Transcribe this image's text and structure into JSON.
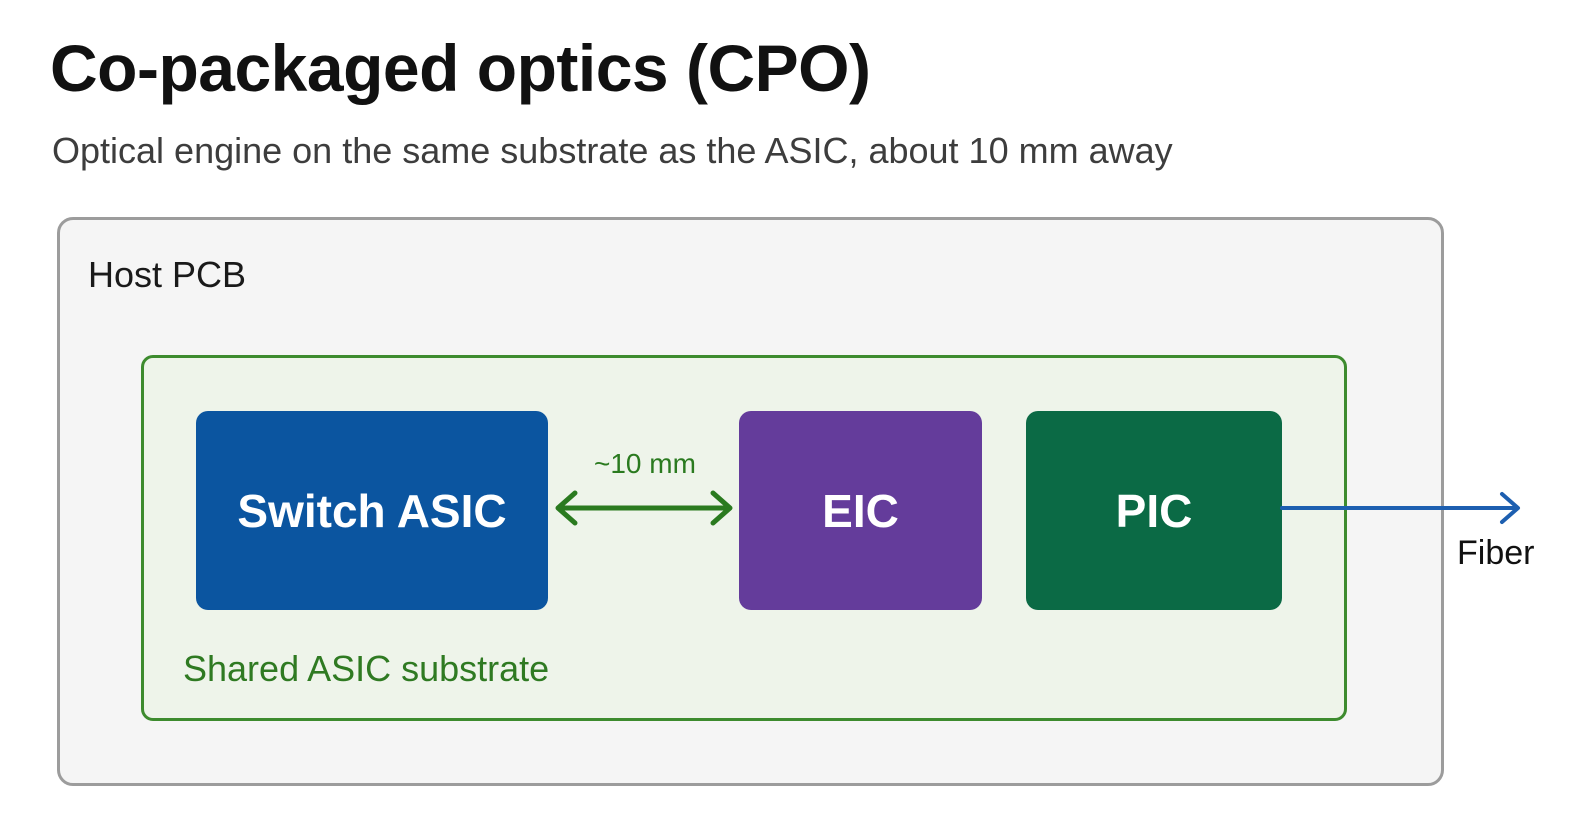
{
  "title": "Co-packaged optics (CPO)",
  "subtitle": "Optical engine on the same substrate as the ASIC, about 10 mm away",
  "host_pcb": {
    "label": "Host PCB"
  },
  "substrate": {
    "label": "Shared ASIC substrate"
  },
  "chips": {
    "asic": {
      "label": "Switch ASIC",
      "color": "#0b55a0"
    },
    "eic": {
      "label": "EIC",
      "color": "#643c9b"
    },
    "pic": {
      "label": "PIC",
      "color": "#0b6a45"
    }
  },
  "link": {
    "label": "~10 mm",
    "color": "#2a7a1f"
  },
  "fiber": {
    "label": "Fiber",
    "color": "#1d5fb0"
  },
  "colors": {
    "host_border": "#9c9c9c",
    "host_fill": "#f5f5f5",
    "substrate_border": "#3d8b2e",
    "substrate_fill": "#eef4ea"
  }
}
